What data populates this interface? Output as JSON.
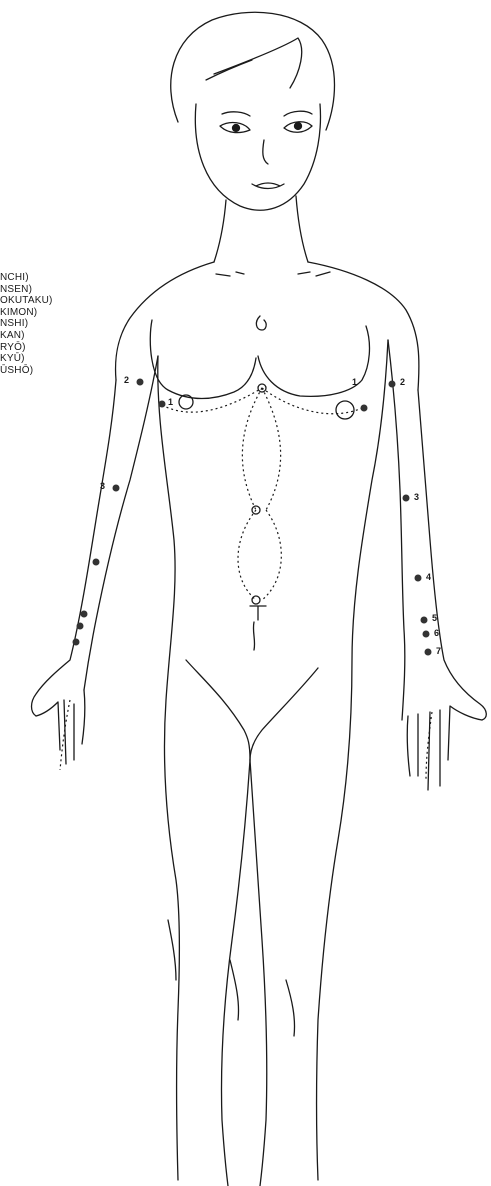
{
  "legend": [
    "NCHI)",
    "NSEN)",
    "OKUTAKU)",
    "KIMON)",
    "NSHI)",
    "KAN)",
    "RYŌ)",
    "KYŪ)",
    "ŪSHŌ)"
  ],
  "left_points": [
    "1",
    "2",
    "3"
  ],
  "right_points": [
    "1",
    "2",
    "3",
    "4",
    "5",
    "6",
    "7"
  ],
  "colors": {
    "line": "#1a1a1a",
    "point": "#333333"
  }
}
